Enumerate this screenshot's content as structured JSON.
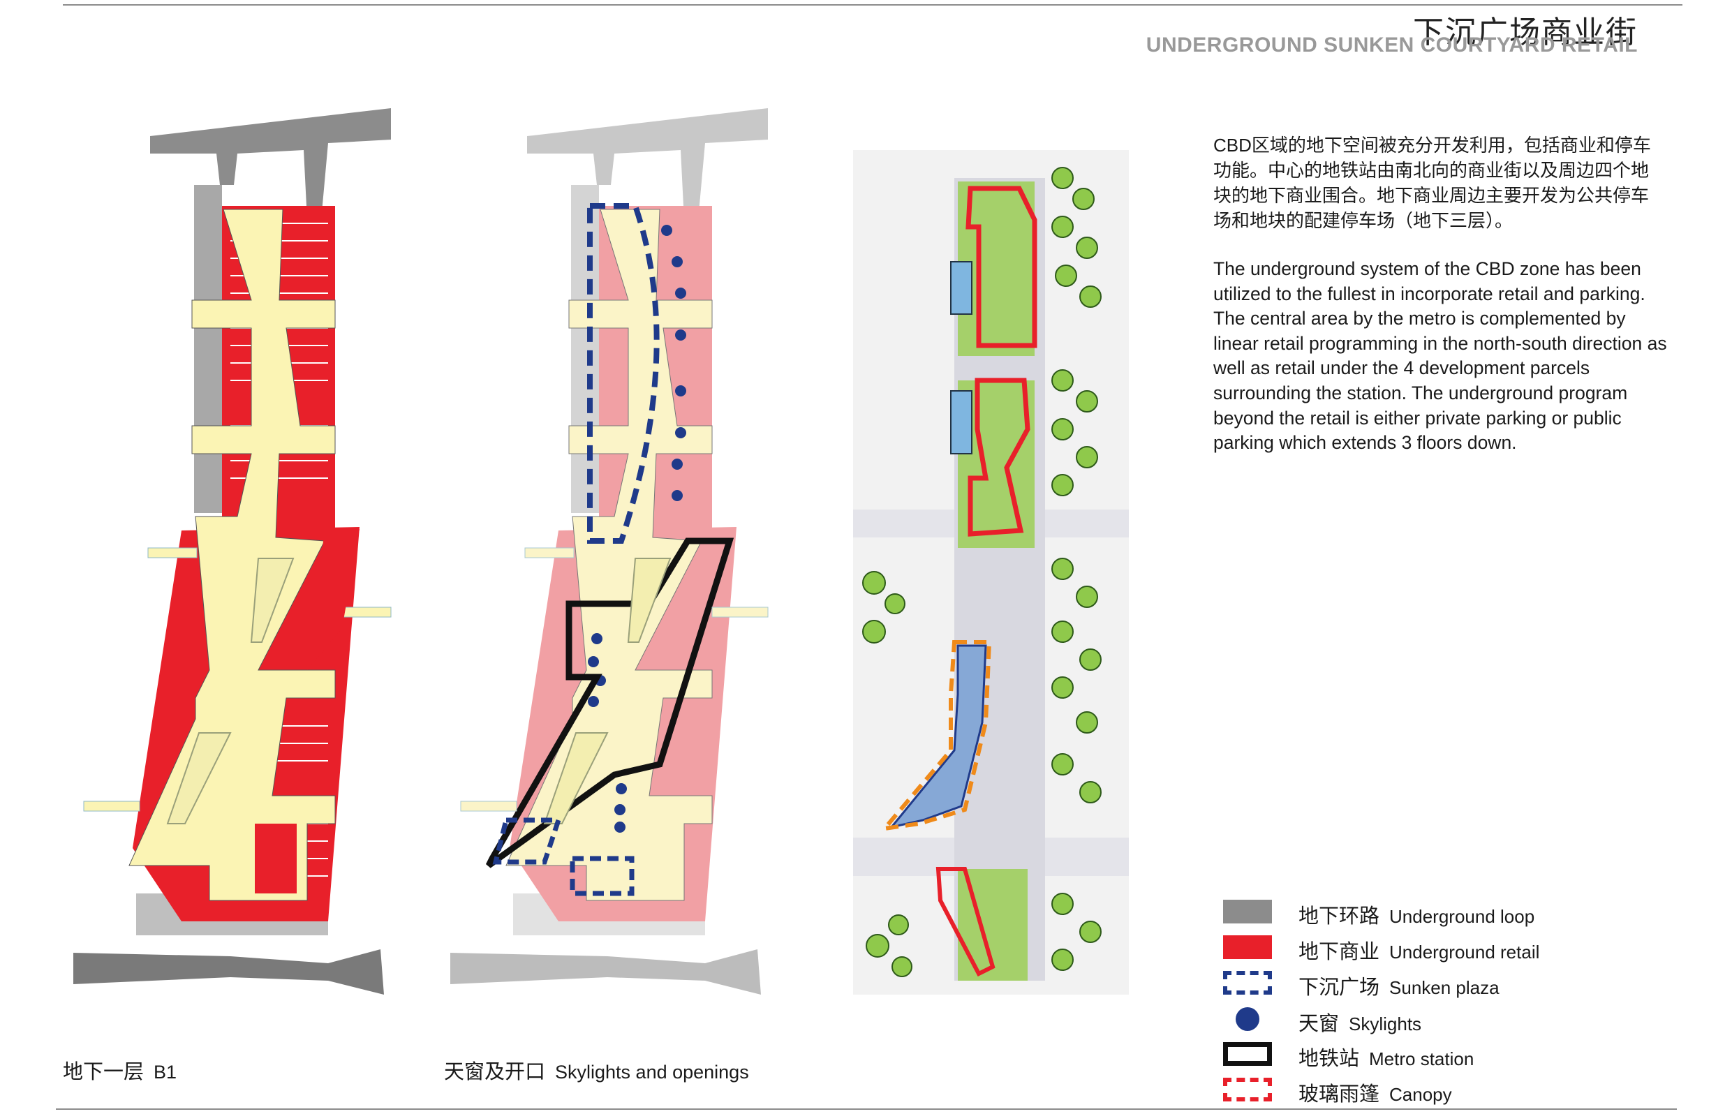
{
  "header": {
    "title_cn": "下沉广场商业街",
    "title_en": "UNDERGROUND SUNKEN COURTYARD RETAIL"
  },
  "description": {
    "cn": "CBD区域的地下空间被充分开发利用，包括商业和停车功能。中心的地铁站由南北向的商业街以及周边四个地块的地下商业围合。地下商业周边主要开发为公共停车场和地块的配建停车场（地下三层）。",
    "en": "The underground system of the CBD zone has been utilized to the fullest in incorporate retail and parking. The central area by the metro is complemented by linear retail programming in the north-south direction as well as retail under the 4 development parcels surrounding the station. The underground program beyond the retail is either private parking or public parking which extends 3 floors down."
  },
  "captions": [
    {
      "cn": "地下一层",
      "en": "B1"
    },
    {
      "cn": "天窗及开口",
      "en": "Skylights and openings"
    }
  ],
  "legend": [
    {
      "cn": "地下环路",
      "en": "Underground loop",
      "swatch": "solid",
      "color": "#8c8c8c"
    },
    {
      "cn": "地下商业",
      "en": "Underground retail",
      "swatch": "solid",
      "color": "#e8202a"
    },
    {
      "cn": "下沉广场",
      "en": "Sunken plaza",
      "swatch": "dashed",
      "color": "#1f3a8a"
    },
    {
      "cn": "天窗",
      "en": "Skylights",
      "swatch": "dot",
      "color": "#1f3a8a"
    },
    {
      "cn": "地铁站",
      "en": "Metro station",
      "swatch": "outline",
      "color": "#111111"
    },
    {
      "cn": "玻璃雨篷",
      "en": "Canopy",
      "swatch": "dashed",
      "color": "#e8202a"
    }
  ],
  "colors": {
    "loop": "#8c8c8c",
    "retail": "#e8202a",
    "retail_light": "#f1a0a4",
    "corridor": "#fbf4b4",
    "plaza": "#1f3a8a",
    "metro": "#111111",
    "canopy": "#e8202a"
  }
}
